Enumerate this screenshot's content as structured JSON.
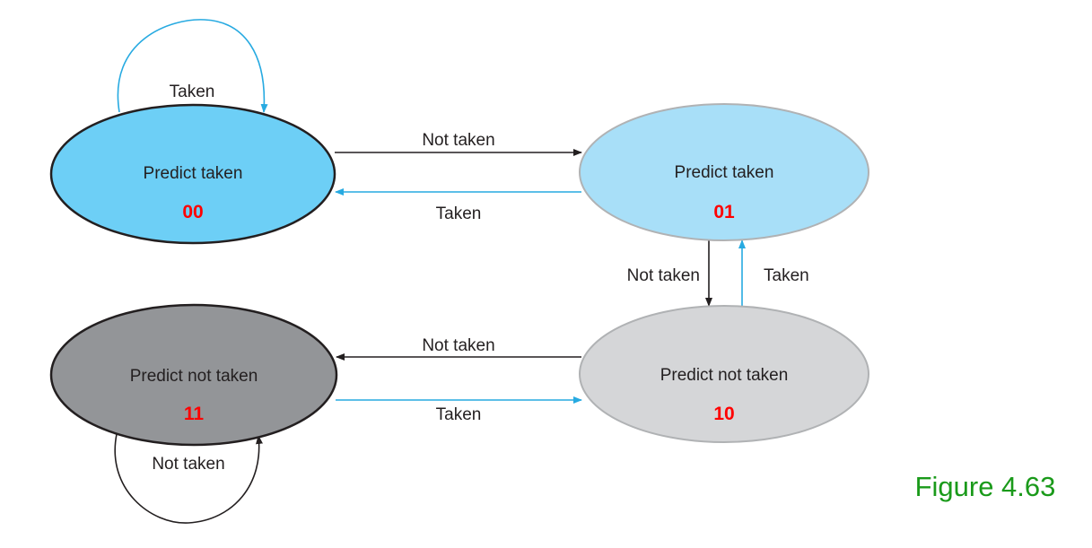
{
  "colors": {
    "blue_arrow": "#27aae1",
    "black_arrow": "#231f20",
    "code_text": "#ff0000",
    "figure_label": "#1a9a1a",
    "state_00_fill": "#6dcff6",
    "state_01_fill": "#a8dff8",
    "state_10_fill": "#d5d6d8",
    "state_11_fill": "#939598"
  },
  "states": [
    {
      "id": "00",
      "label": "Predict taken",
      "code": "00"
    },
    {
      "id": "01",
      "label": "Predict taken",
      "code": "01"
    },
    {
      "id": "10",
      "label": "Predict not taken",
      "code": "10"
    },
    {
      "id": "11",
      "label": "Predict not taken",
      "code": "11"
    }
  ],
  "transitions": [
    {
      "from": "00",
      "to": "00",
      "label": "Taken",
      "color": "blue"
    },
    {
      "from": "00",
      "to": "01",
      "label": "Not taken",
      "color": "black"
    },
    {
      "from": "01",
      "to": "00",
      "label": "Taken",
      "color": "blue"
    },
    {
      "from": "01",
      "to": "10",
      "label": "Not taken",
      "color": "black"
    },
    {
      "from": "10",
      "to": "01",
      "label": "Taken",
      "color": "blue"
    },
    {
      "from": "10",
      "to": "11",
      "label": "Not taken",
      "color": "black"
    },
    {
      "from": "11",
      "to": "10",
      "label": "Taken",
      "color": "blue"
    },
    {
      "from": "11",
      "to": "11",
      "label": "Not taken",
      "color": "black"
    }
  ],
  "figure_label": "Figure 4.63"
}
